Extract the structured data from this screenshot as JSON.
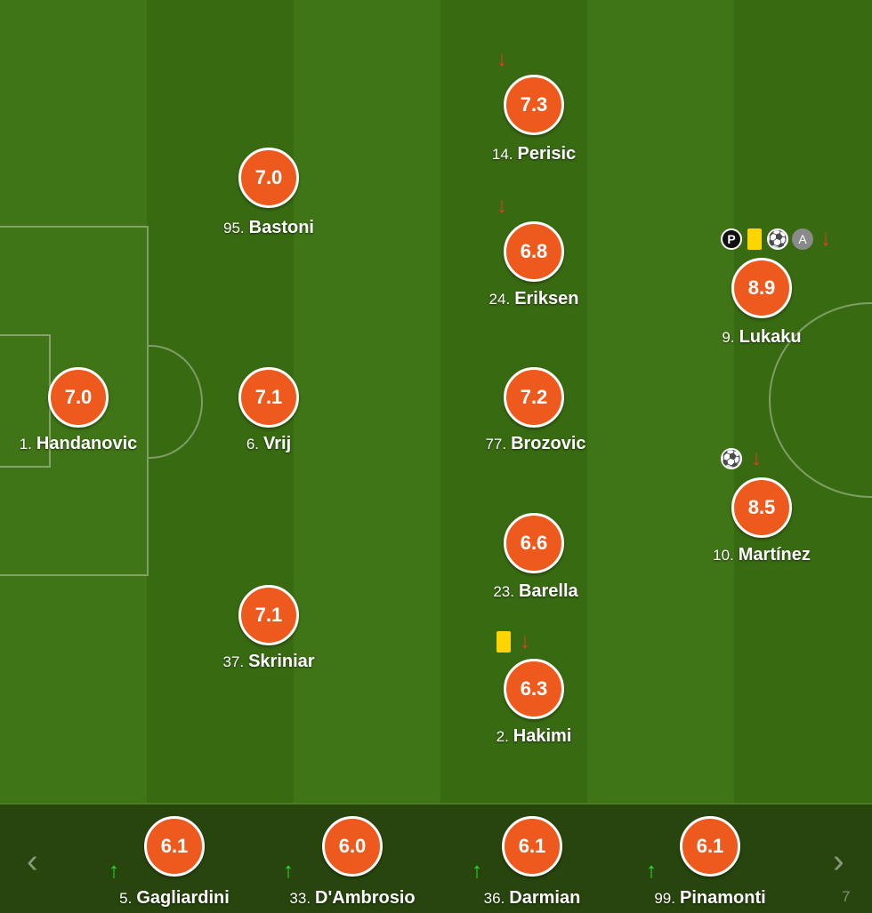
{
  "starters": [
    {
      "number": "1.",
      "name": "Handanovic",
      "rating": "7.0",
      "events": []
    },
    {
      "number": "95.",
      "name": "Bastoni",
      "rating": "7.0",
      "events": []
    },
    {
      "number": "6.",
      "name": "Vrij",
      "rating": "7.1",
      "events": []
    },
    {
      "number": "37.",
      "name": "Skriniar",
      "rating": "7.1",
      "events": []
    },
    {
      "number": "14.",
      "name": "Perisic",
      "rating": "7.3",
      "events": [
        {
          "type": "sub-off",
          "icon": "arrow-down-icon",
          "symbol": "↓",
          "color": "#e53b2c"
        }
      ]
    },
    {
      "number": "24.",
      "name": "Eriksen",
      "rating": "6.8",
      "events": [
        {
          "type": "sub-off",
          "icon": "arrow-down-icon",
          "symbol": "↓",
          "color": "#e53b2c"
        }
      ]
    },
    {
      "number": "77.",
      "name": "Brozovic",
      "rating": "7.2",
      "events": []
    },
    {
      "number": "23.",
      "name": "Barella",
      "rating": "6.6",
      "events": []
    },
    {
      "number": "2.",
      "name": "Hakimi",
      "rating": "6.3",
      "events": [
        {
          "type": "yellow-card",
          "icon": "yellow-card-icon",
          "symbol": "",
          "color": "#ffd500"
        },
        {
          "type": "sub-off",
          "icon": "arrow-down-icon",
          "symbol": "↓",
          "color": "#e53b2c"
        }
      ]
    },
    {
      "number": "9.",
      "name": "Lukaku",
      "rating": "8.9",
      "events": [
        {
          "type": "penalty-goal",
          "icon": "penalty-goal-icon",
          "symbol": "P",
          "color": "#111111"
        },
        {
          "type": "yellow-card",
          "icon": "yellow-card-icon",
          "symbol": "",
          "color": "#ffd500"
        },
        {
          "type": "goal",
          "icon": "football-icon",
          "symbol": "⚽",
          "color": "#ffffff"
        },
        {
          "type": "assist",
          "icon": "assist-icon",
          "symbol": "A",
          "color": "#8a8a8a"
        },
        {
          "type": "sub-off",
          "icon": "arrow-down-icon",
          "symbol": "↓",
          "color": "#e53b2c"
        }
      ]
    },
    {
      "number": "10.",
      "name": "Martínez",
      "rating": "8.5",
      "events": [
        {
          "type": "goal",
          "icon": "football-icon",
          "symbol": "⚽",
          "color": "#ffffff"
        },
        {
          "type": "sub-off",
          "icon": "arrow-down-icon",
          "symbol": "↓",
          "color": "#e53b2c"
        }
      ]
    }
  ],
  "substitutes": [
    {
      "number": "5.",
      "name": "Gagliardini",
      "rating": "6.1",
      "events": [
        {
          "type": "sub-on",
          "icon": "arrow-up-icon",
          "symbol": "↑",
          "color": "#27e02b"
        }
      ]
    },
    {
      "number": "33.",
      "name": "D'Ambrosio",
      "rating": "6.0",
      "events": [
        {
          "type": "sub-on",
          "icon": "arrow-up-icon",
          "symbol": "↑",
          "color": "#27e02b"
        }
      ]
    },
    {
      "number": "36.",
      "name": "Darmian",
      "rating": "6.1",
      "events": [
        {
          "type": "sub-on",
          "icon": "arrow-up-icon",
          "symbol": "↑",
          "color": "#27e02b"
        }
      ]
    },
    {
      "number": "99.",
      "name": "Pinamonti",
      "rating": "6.1",
      "events": [
        {
          "type": "sub-on",
          "icon": "arrow-up-icon",
          "symbol": "↑",
          "color": "#27e02b"
        }
      ]
    }
  ],
  "bench_nav": {
    "prev": "‹",
    "next": "›",
    "partial_number": "7"
  },
  "colors": {
    "rating_badge": "#ee5a1d",
    "pitch_light": "#3f7516",
    "pitch_dark": "#386a12",
    "bench_bg": "#27450d"
  }
}
